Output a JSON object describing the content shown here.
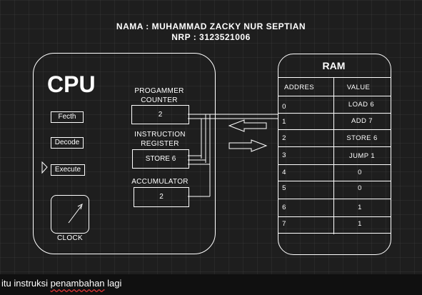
{
  "header": {
    "name_line": "NAMA : MUHAMMAD ZACKY NUR SEPTIAN",
    "nrp_line": "NRP : 3123521006"
  },
  "cpu": {
    "title": "CPU",
    "buttons": [
      "Fecth",
      "Decode",
      "Execute"
    ],
    "clock_label": "CLOCK",
    "registers": [
      {
        "label_line1": "PROGAMMER",
        "label_line2": "COUNTER",
        "value": "2"
      },
      {
        "label_line1": "INSTRUCTION",
        "label_line2": "REGISTER",
        "value": "STORE 6"
      },
      {
        "label_line1": "ACCUMULATOR",
        "label_line2": "",
        "value": "2"
      }
    ]
  },
  "ram": {
    "title": "RAM",
    "col_address": "ADDRES",
    "col_value": "VALUE",
    "rows": [
      {
        "addr": "0",
        "value": "LOAD 6"
      },
      {
        "addr": "1",
        "value": "ADD 7"
      },
      {
        "addr": "2",
        "value": "STORE 6"
      },
      {
        "addr": "3",
        "value": "JUMP 1"
      },
      {
        "addr": "4",
        "value": "0"
      },
      {
        "addr": "5",
        "value": "0"
      },
      {
        "addr": "6",
        "value": "1"
      },
      {
        "addr": "7",
        "value": "1"
      }
    ]
  },
  "footer": {
    "text_plain": "itu instruksi ",
    "text_marked": "penambahan",
    "text_end": " lagi"
  },
  "colors": {
    "background": "#1e1e1e",
    "stroke": "#ffffff",
    "spellcheck": "#dd3333"
  }
}
